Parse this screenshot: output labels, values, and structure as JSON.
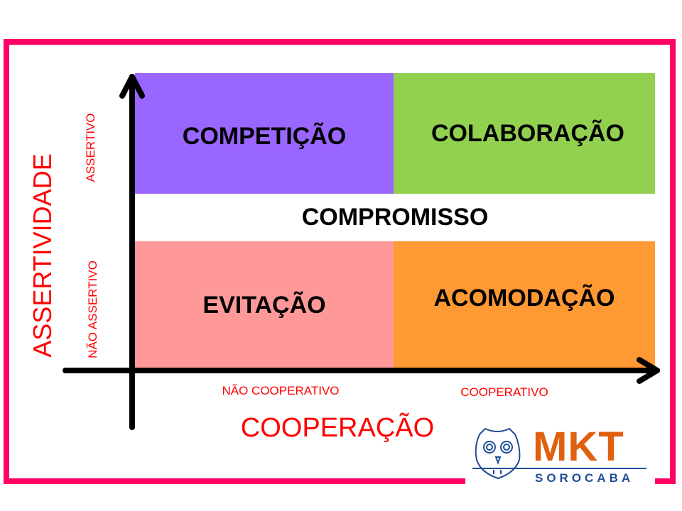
{
  "quadrants": {
    "competicao": "COMPETIÇÃO",
    "colaboracao": "COLABORAÇÃO",
    "evitacao": "EVITAÇÃO",
    "acomodacao": "ACOMODAÇÃO"
  },
  "center": "COMPROMISSO",
  "y_axis": {
    "title": "ASSERTIVIDADE",
    "high": "ASSERTIVO",
    "low": "NÃO ASSERTIVO"
  },
  "x_axis": {
    "title": "COOPERAÇÃO",
    "low": "NÃO COOPERATIVO",
    "high": "COOPERATIVO"
  },
  "logo": {
    "main": "MKT",
    "sub": "SOROCABA"
  },
  "colors": {
    "frame": "#ff0066",
    "competicao": "#9966ff",
    "colaboracao": "#92d050",
    "evitacao": "#ff9999",
    "acomodacao": "#ff9933",
    "labels": "#ff0000",
    "logo_orange": "#e06010",
    "logo_blue": "#1f4e96"
  }
}
